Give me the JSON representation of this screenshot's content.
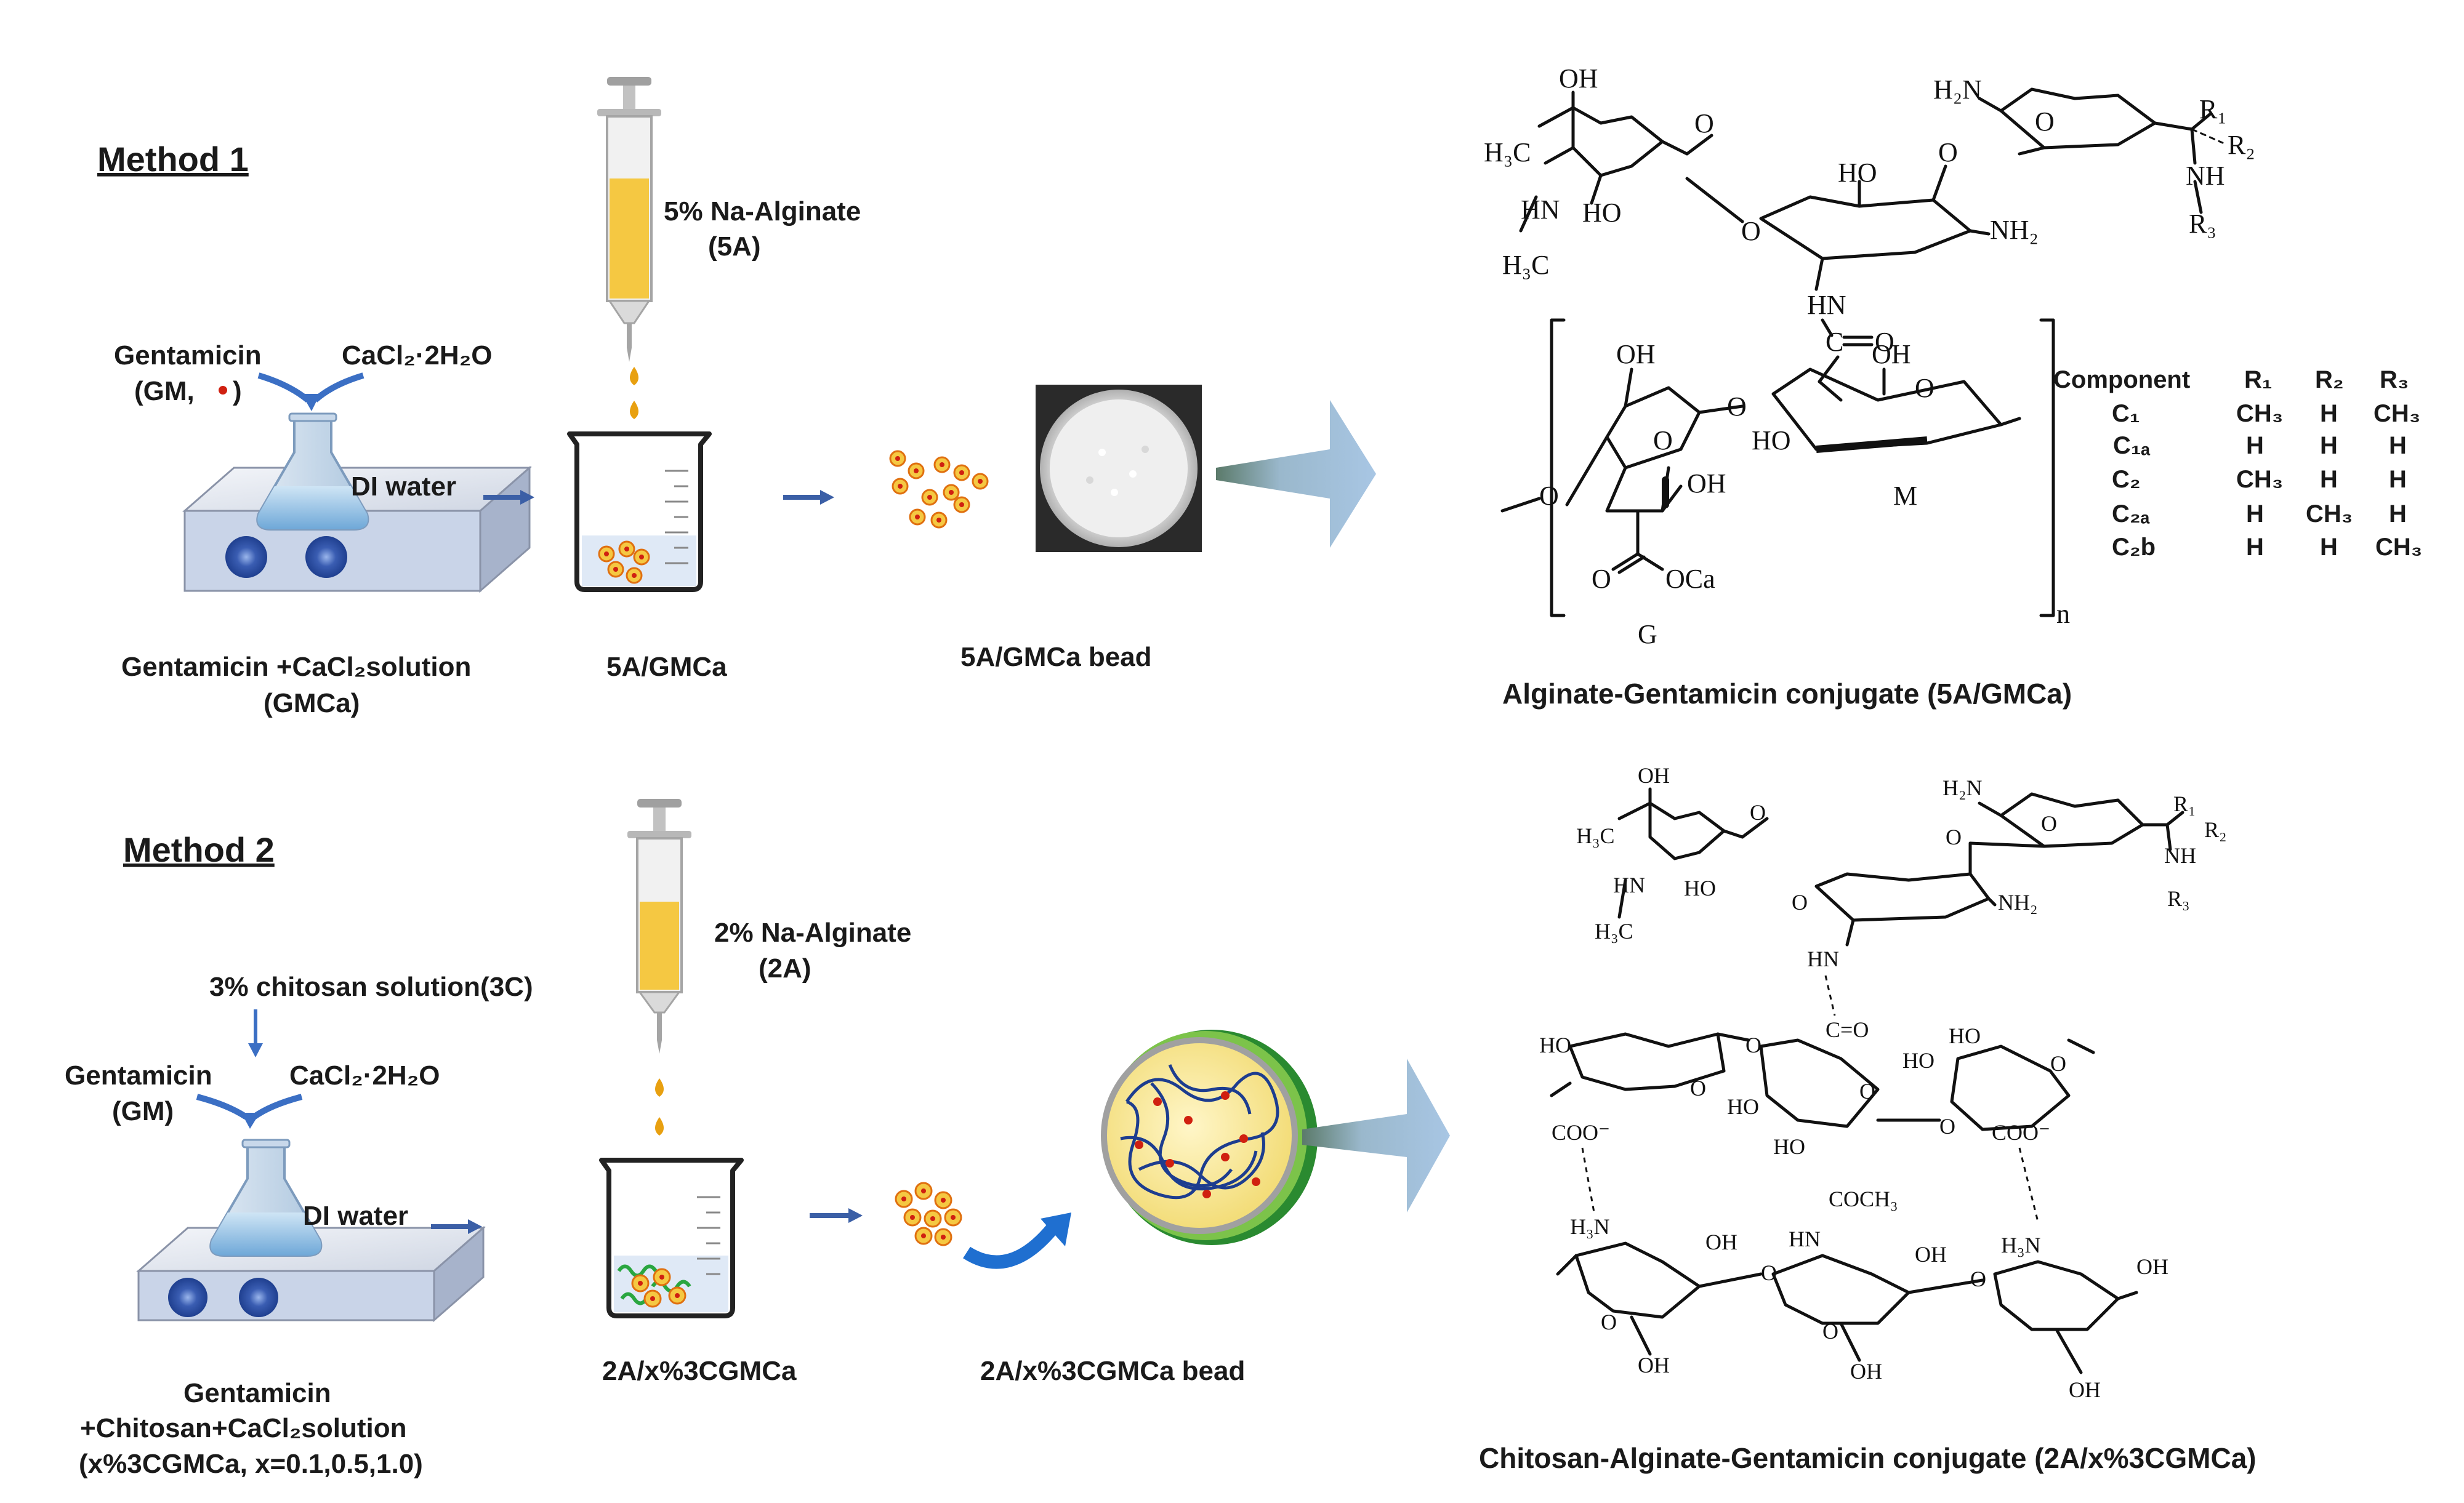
{
  "method1": {
    "title": "Method 1",
    "gentamicin": "Gentamicin",
    "gm_paren_open": "(GM,",
    "gm_paren_close": ")",
    "cacl2": "CaCl₂·2H₂O",
    "di_water": "DI water",
    "solution_label_1": "Gentamicin +CaCl₂solution",
    "solution_label_2": "(GMCa)",
    "syringe_label_1": "5% Na-Alginate",
    "syringe_label_2": "(5A)",
    "beaker_label": "5A/GMCa",
    "bead_label": "5A/GMCa bead",
    "conjugate_label": "Alginate-Gentamicin  conjugate (5A/GMCa)"
  },
  "method2": {
    "title": "Method 2",
    "chitosan": "3% chitosan solution(3C)",
    "gentamicin": "Gentamicin",
    "gm": "(GM)",
    "cacl2": "CaCl₂·2H₂O",
    "di_water": "DI water",
    "solution_label_1": "Gentamicin",
    "solution_label_2": "+Chitosan+CaCl₂solution",
    "solution_label_3": "(x%3CGMCa, x=0.1,0.5,1.0)",
    "syringe_label_1": "2% Na-Alginate",
    "syringe_label_2": "(2A)",
    "beaker_label": "2A/x%3CGMCa",
    "bead_label": "2A/x%3CGMCa bead",
    "conjugate_label": "Chitosan-Alginate-Gentamicin  conjugate (2A/x%3CGMCa)"
  },
  "component_table": {
    "headers": [
      "Component",
      "R₁",
      "R₂",
      "R₃"
    ],
    "rows": [
      [
        "C₁",
        "CH₃",
        "H",
        "CH₃"
      ],
      [
        "C₁ₐ",
        "H",
        "H",
        "H"
      ],
      [
        "C₂",
        "CH₃",
        "H",
        "H"
      ],
      [
        "C₂ₐ",
        "H",
        "CH₃",
        "H"
      ],
      [
        "C₂b",
        "H",
        "H",
        "CH₃"
      ]
    ]
  },
  "structure1": {
    "OH_a": "OH",
    "O_a": "O",
    "H3C_a": "H₃C",
    "HN_a": "HN",
    "HO_a": "HO",
    "H3C_b": "H₃C",
    "O_b": "O",
    "HO_b": "HO",
    "NH2_a": "NH₂",
    "H2N_a": "H₂N",
    "O_c": "O",
    "O_d": "O",
    "R1": "R₁",
    "R2": "R₂",
    "NH": "NH",
    "R3": "R₃",
    "HN_b": "HN",
    "C_eq_O": "C",
    "O_e": "O",
    "OH_b": "OH",
    "O_f": "O",
    "OH_c": "OH",
    "O_g": "O",
    "HO_c": "HO",
    "OH_d": "OH",
    "O_ring": "O",
    "O_left": "O",
    "M": "M",
    "G": "G",
    "OCa": "OCa",
    "O_carb": "O",
    "n": "n"
  },
  "structure2": {
    "OH_a": "OH",
    "O_a": "O",
    "H3C_a": "H₃C",
    "HN_a": "HN",
    "HO_a": "HO",
    "H3C_b": "H₃C",
    "O_b": "O",
    "NH2_a": "NH₂",
    "H2N_a": "H₂N",
    "O_c": "O",
    "O_d": "O",
    "R1": "R₁",
    "R2": "R₂",
    "NH": "NH",
    "R3": "R₃",
    "HN_b": "HN",
    "CO": "C=O",
    "HO_1": "HO",
    "O_1": "O",
    "O_2": "O",
    "HO_2": "HO",
    "HO_3": "HO",
    "O_3": "O",
    "COO_1": "COO⁻",
    "COO_2": "COO⁻",
    "HO_4": "HO",
    "HO_5": "HO",
    "O_4": "O",
    "O_5": "O",
    "H3N_1": "H₃N",
    "OH_1": "OH",
    "HN_c": "HN",
    "COCH3": "COCH₃",
    "OH_2": "OH",
    "H3N_2": "H₃N",
    "OH_3": "OH",
    "O_6": "O",
    "O_7": "O",
    "O_8": "O",
    "O_9": "O",
    "OH_4": "OH",
    "OH_5": "OH",
    "OH_6": "OH"
  },
  "colors": {
    "arrow_blue": "#3b5fa6",
    "curved_arrow": "#1f6fd0",
    "alginate_yellow": "#f5c842",
    "drop_orange": "#e8a010",
    "bead_red": "#d02010",
    "chitosan_green": "#2aa640",
    "hotplate_blue": "#1f3f8f"
  },
  "icons": [
    "syringe-icon",
    "beaker-icon",
    "flask-icon",
    "hotplate-icon",
    "bead-photo-icon",
    "bead-crosssection-icon",
    "arrow-icon"
  ]
}
